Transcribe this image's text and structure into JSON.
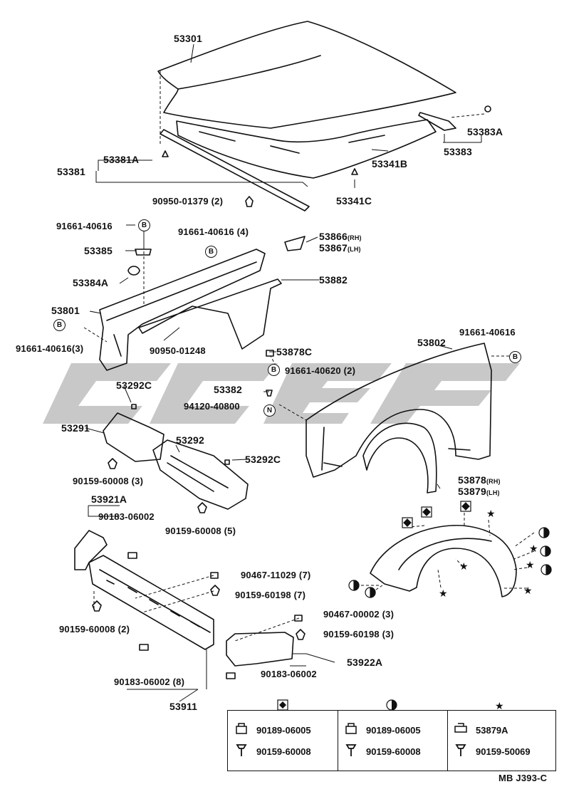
{
  "labels": {
    "hood": "53301",
    "hood_stay_clip": "53383A",
    "hood_stay": "53383",
    "hood_seal_clip": "53381A",
    "hood_seal": "53381",
    "hood_inner": "53341B",
    "hood_inner_clip": "53341C",
    "screw_01379": "90950-01379 (2)",
    "bolt_40616_a": "91661-40616",
    "bolt_40616_b": "91661-40616 (4)",
    "bracket_rh": "53866",
    "bracket_lh": "53867",
    "rh": "(RH)",
    "lh": "(LH)",
    "clip_53385": "53385",
    "clip_53384a": "53384A",
    "apron_brace": "53882",
    "fender_apron": "53801",
    "bolt_40616_c": "91661-40616(3)",
    "screw_01248": "90950-01248",
    "liner_clip": "53878C",
    "bolt_40620": "91661-40620 (2)",
    "front_fender": "53802",
    "bolt_40616_d": "91661-40616",
    "undercover_clip": "53292C",
    "nut_53382": "53382",
    "nut_40800": "94120-40800",
    "undercover_left": "53291",
    "undercover_center": "53292",
    "screw_60008_a": "90159-60008 (3)",
    "liner_rh": "53878",
    "liner_lh": "53879",
    "grille_bracket": "53921A",
    "nut_06002_a": "90183-06002",
    "screw_60008_b": "90159-60008 (5)",
    "nut_11029": "90467-11029 (7)",
    "screw_60198_a": "90159-60198 (7)",
    "screw_60008_c": "90159-60008 (2)",
    "nut_00002": "90467-00002 (3)",
    "screw_60198_b": "90159-60198 (3)",
    "bumper_extension": "53922A",
    "nut_06002_b": "90183-06002",
    "nut_06002_c": "90183-06002 (8)",
    "radiator_support": "53911"
  },
  "markers": {
    "b": "B",
    "n": "N"
  },
  "legend": {
    "col1": [
      "90189-06005",
      "90159-60008"
    ],
    "col2": [
      "90189-06005",
      "90159-60008"
    ],
    "col3": [
      "53879A",
      "90159-50069"
    ]
  },
  "footer": {
    "code": "MB J393-C"
  }
}
